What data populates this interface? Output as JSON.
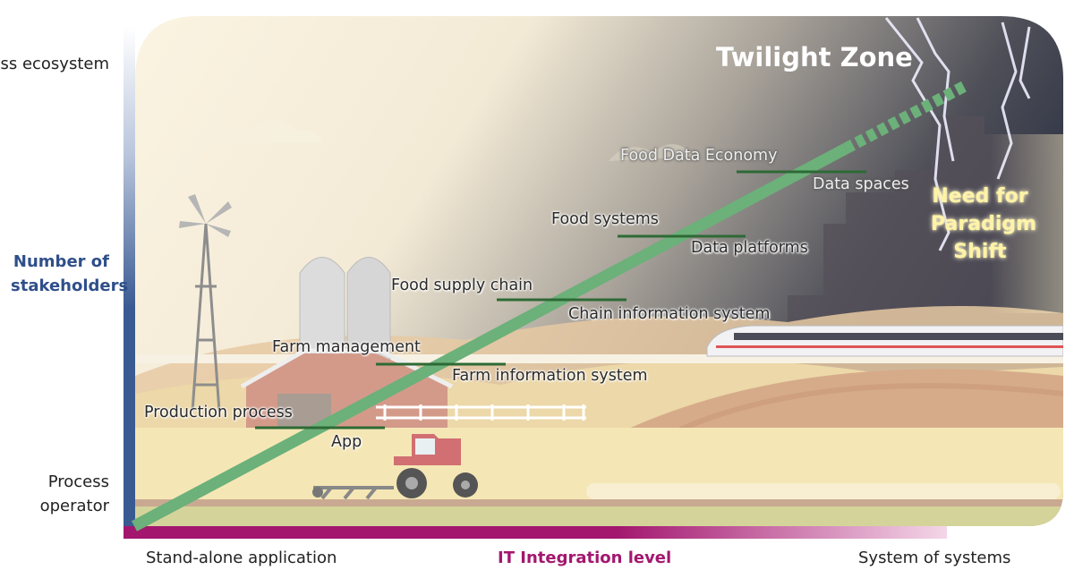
{
  "y_axis": {
    "top_label": "Business ecosystem",
    "title": "Number of stakeholders",
    "bottom_label": "Process operator"
  },
  "x_axis": {
    "left_label": "Stand-alone application",
    "title": "IT Integration level",
    "right_label": "System of systems"
  },
  "stages": [
    {
      "upper": "Production process",
      "lower": "App"
    },
    {
      "upper": "Farm management",
      "lower": "Farm information system"
    },
    {
      "upper": "Food supply chain",
      "lower": "Chain information system"
    },
    {
      "upper": "Food systems",
      "lower": "Data platforms"
    },
    {
      "upper": "Food Data Economy",
      "lower": "Data spaces"
    }
  ],
  "zone_title": "Twilight Zone",
  "paradigm": {
    "line1": "Need for",
    "line2": "Paradigm",
    "line3": "Shift"
  },
  "colors": {
    "trend": "#6cb07a",
    "stage_line": "#2d6a35",
    "y_axis": "#3a5a92",
    "x_axis": "#a3176f",
    "paradigm": "#fff3a8"
  }
}
